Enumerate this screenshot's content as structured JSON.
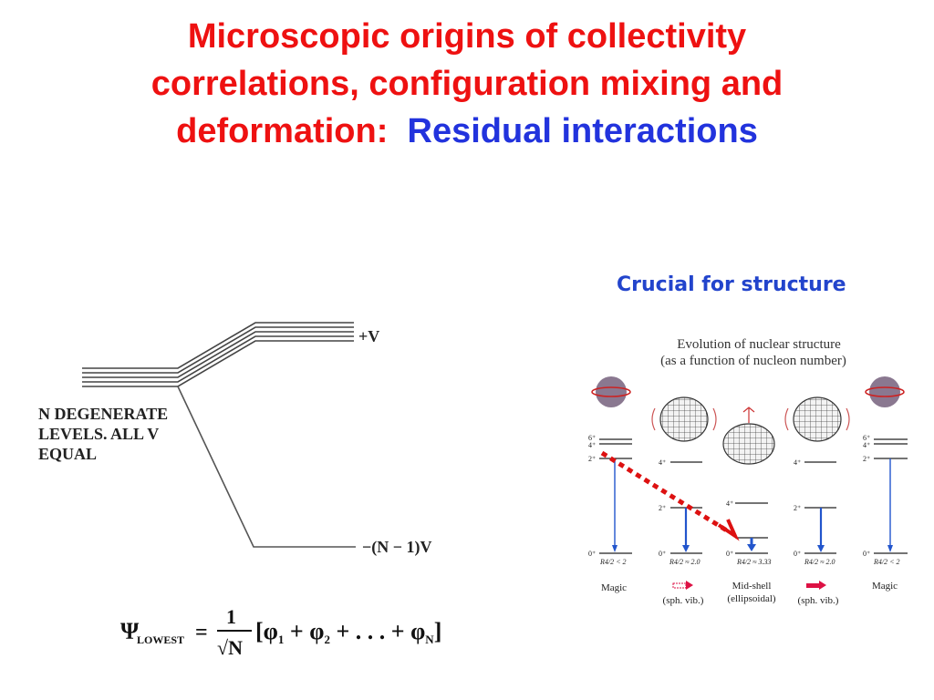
{
  "title": {
    "line1": "Microscopic origins of collectivity",
    "line2": "correlations, configuration mixing and",
    "line3_red": "deformation:",
    "line3_blue": "Residual interactions"
  },
  "subtitle": "Crucial for structure",
  "left_diagram": {
    "label_top": "+V",
    "label_bottom": "−(N − 1)V",
    "note_line1": "N  DEGENERATE",
    "note_line2": "LEVELS. ALL V",
    "note_line3": "EQUAL",
    "formula": {
      "psi": "Ψ",
      "psi_sub": "LOWEST",
      "eq": "=",
      "num": "1",
      "den": "√N",
      "bracket_content": "[φ",
      "phi1_sub": "1",
      "plus1": " + φ",
      "phi2_sub": "2",
      "dots": " + . . . + φ",
      "phiN_sub": "N",
      "close": "]"
    }
  },
  "right_diagram": {
    "heading1": "Evolution of nuclear structure",
    "heading2": "(as a function of nucleon number)",
    "columns": [
      {
        "levels": [
          "6⁺",
          "4⁺",
          "2⁺",
          "0⁺"
        ],
        "ratio": "R4/2 < 2",
        "label1": "Magic",
        "label2": ""
      },
      {
        "levels": [
          "4⁺",
          "2⁺",
          "0⁺"
        ],
        "ratio": "R4/2 ≈ 2.0",
        "label1": "",
        "label2": "(sph. vib.)"
      },
      {
        "levels": [
          "4⁺",
          "0⁺"
        ],
        "ratio": "R4/2 ≈ 3.33",
        "label1": "Mid-shell",
        "label2": "(ellipsoidal)"
      },
      {
        "levels": [
          "4⁺",
          "2⁺",
          "0⁺"
        ],
        "ratio": "R4/2 ≈ 2.0",
        "label1": "",
        "label2": "(sph. vib.)"
      },
      {
        "levels": [
          "6⁺",
          "4⁺",
          "2⁺",
          "0⁺"
        ],
        "ratio": "R4/2 < 2",
        "label1": "Magic",
        "label2": ""
      }
    ]
  },
  "colors": {
    "title_red": "#ee1111",
    "title_blue": "#2233dd",
    "subtitle_blue": "#2244cc",
    "arrow_red": "#dd1111",
    "transition_blue": "#2255cc"
  }
}
